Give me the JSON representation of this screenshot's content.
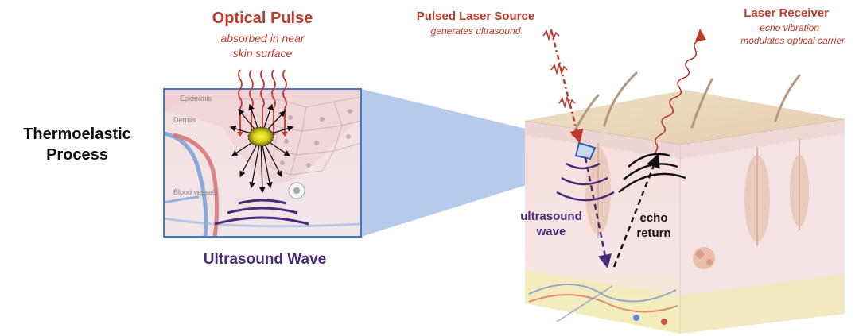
{
  "left_panel": {
    "heading_line1": "Thermoelastic",
    "heading_line2": "Process",
    "optical_pulse_title": "Optical Pulse",
    "optical_pulse_sub1": "absorbed in near",
    "optical_pulse_sub2": "skin surface",
    "layer_epidermis": "Epidermis",
    "layer_dermis": "Dermis",
    "layer_blood_vessels": "Blood vessels",
    "ultrasound_wave_caption": "Ultrasound Wave"
  },
  "right_panel": {
    "laser_source_title": "Pulsed Laser Source",
    "laser_source_sub": "generates ultrasound",
    "laser_receiver_title": "Laser Receiver",
    "laser_receiver_sub1": "echo vibration",
    "laser_receiver_sub2": "modulates optical carrier",
    "ultrasound_label_line1": "ultrasound",
    "ultrasound_label_line2": "wave",
    "echo_label_line1": "echo",
    "echo_label_line2": "return"
  },
  "colors": {
    "red": "#c0392b",
    "purple": "#4b2a7a",
    "blue_border": "#4a78c8",
    "projection_blue": "#a9c2e8",
    "skin_pink": "#f3dcdc",
    "skin_top": "#ecd3b4"
  },
  "icons": [
    "optical-pulse-arrows",
    "absorption-spot",
    "ultrasound-wave-arcs",
    "laser-beam",
    "echo-arrow",
    "hair-strand"
  ]
}
